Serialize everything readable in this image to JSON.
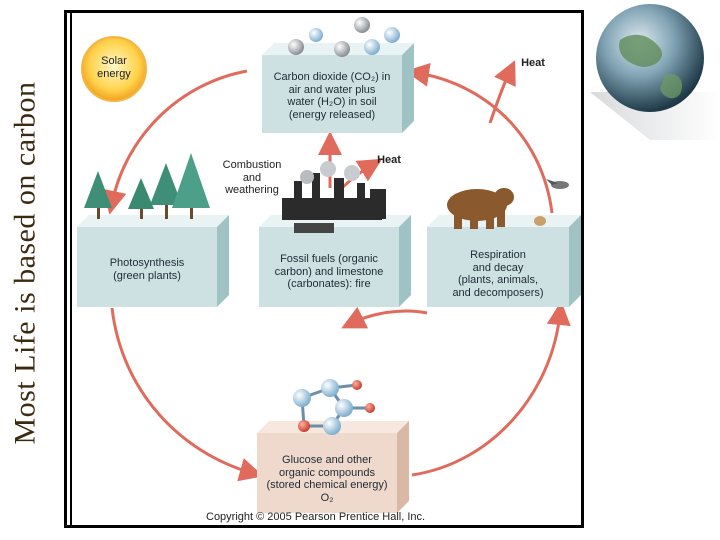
{
  "slide": {
    "title": "Most  Life  is based on carbon"
  },
  "diagram": {
    "solar_label": "Solar\nenergy",
    "heat_top_label": "Heat",
    "heat_mid_label": "Heat",
    "combustion_label": "Combustion\nand\nweathering",
    "co2_box": "Carbon dioxide (CO₂) in\nair and water plus\nwater (H₂O) in soil\n(energy released)",
    "photo_box": "Photosynthesis\n(green plants)",
    "fossil_box": "Fossil fuels (organic\ncarbon) and limestone\n(carbonates): fire",
    "resp_box": "Respiration\nand decay\n(plants, animals,\nand decomposers)",
    "glucose_box": "Glucose and other\norganic compounds\n(stored chemical energy)\nO₂",
    "copyright": "Copyright © 2005 Pearson Prentice Hall, Inc."
  },
  "colors": {
    "box_front": "#cde1e2",
    "box_side": "#9fc2c4",
    "box_top": "#e9f3f3",
    "glucose_front": "#efd9cc",
    "arrow": "#e06b5c"
  }
}
